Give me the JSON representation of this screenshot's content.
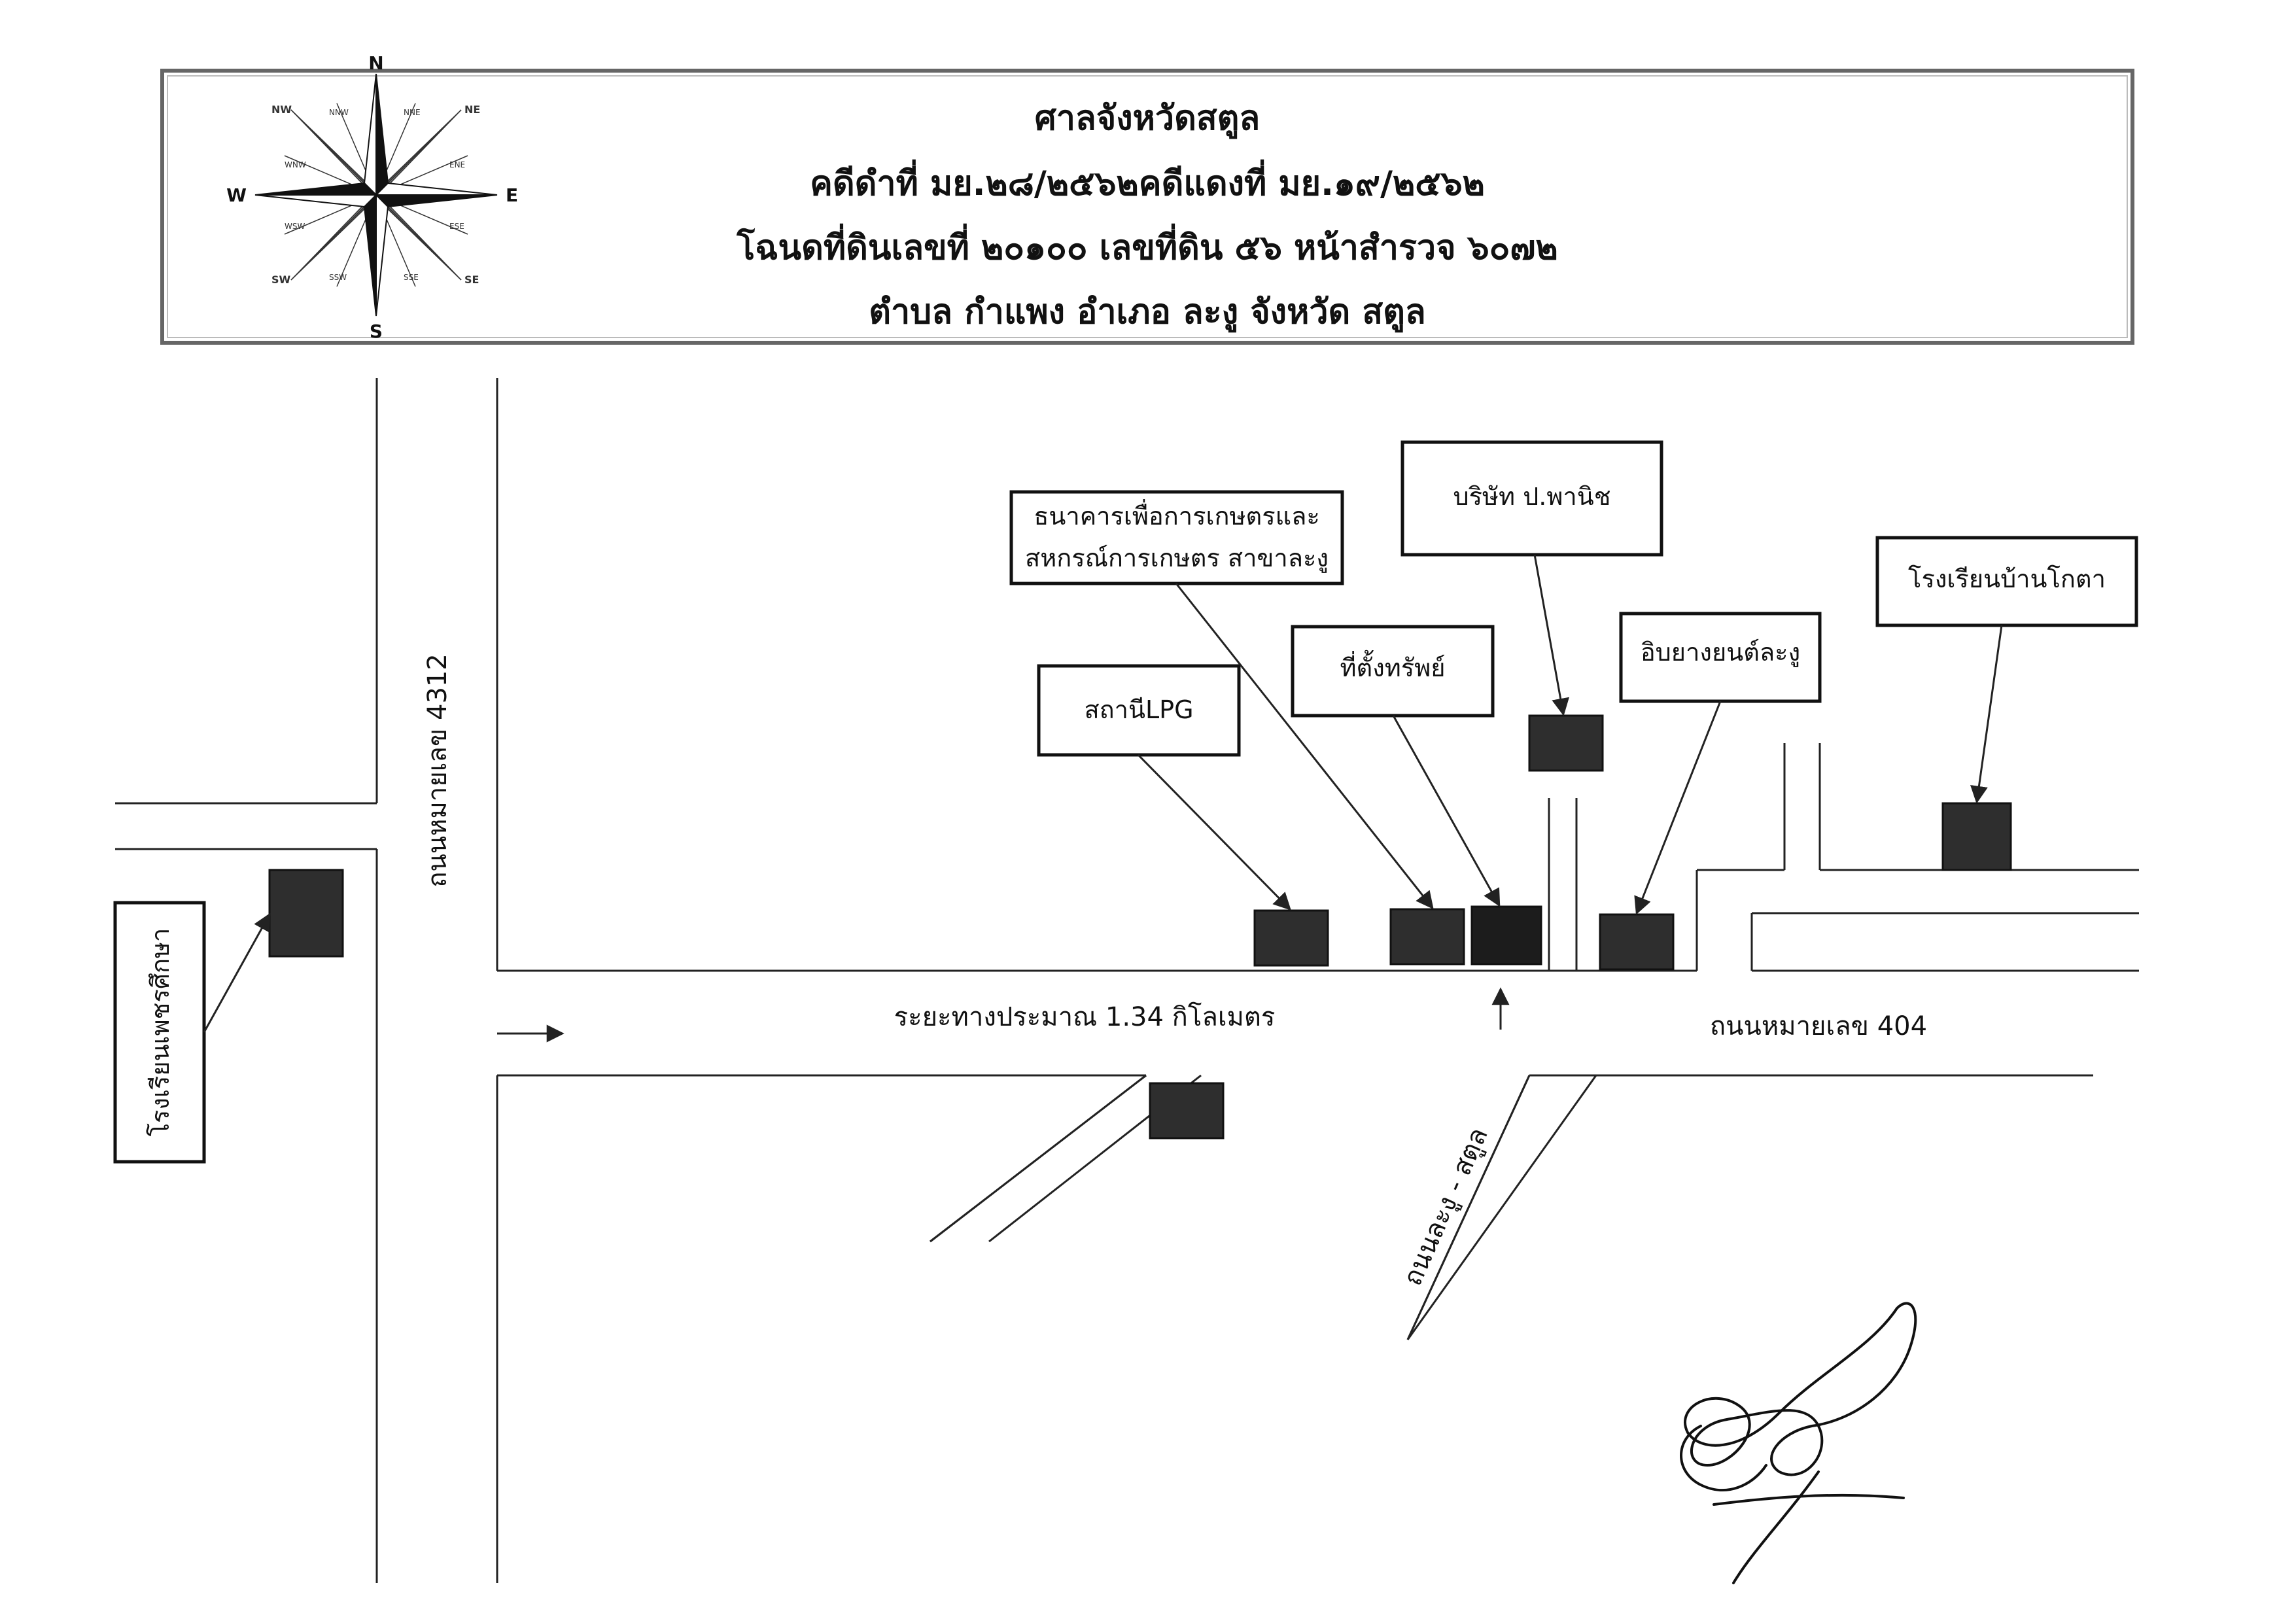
{
  "header": {
    "line1": "ศาลจังหวัดสตูล",
    "line2": "คดีดำที่ มย.๒๘/๒๕๖๒คดีแดงที่ มย.๑๙/๒๕๖๒",
    "line3": "โฉนดที่ดินเลขที่  ๒๐๑๐๐ เลขที่ดิน ๕๖ หน้าสำรวจ ๖๐๗๒",
    "line4": "ตำบล  กำแพง    อำเภอ   ละงู  จังหวัด   สตูล"
  },
  "compass": {
    "n": "N",
    "s": "S",
    "e": "E",
    "w": "W",
    "ne": "NE",
    "nw": "NW",
    "se": "SE",
    "sw": "SW",
    "nne": "NNE",
    "nnw": "NNW",
    "ene": "ENE",
    "ese": "ESE",
    "sse": "SSE",
    "ssw": "SSW",
    "wsw": "WSW",
    "wnw": "WNW"
  },
  "labels": {
    "bank_line1": "ธนาคารเพื่อการเกษตรและ",
    "bank_line2": "สหกรณ์การเกษตร สาขาละงู",
    "company": "บริษัท ป.พานิช",
    "school_ban_kota": "โรงเรียนบ้านโกตา",
    "lpg_station": "สถานีLPG",
    "property": "ที่ตั้งทรัพย์",
    "tire_shop": "อิบยางยนต์ละงู",
    "school_phet": "โรงเรียนเพชรศึกษา"
  },
  "roads": {
    "highway_4312": "ถนนหมายเลข 4312",
    "highway_404": "ถนนหมายเลข 404",
    "distance": "ระยะทางประมาณ 1.34 กิโลเมตร",
    "la_ngu_satun": "ถนนละงู - สตูล"
  },
  "colors": {
    "building": "#2e2e2e",
    "line": "#222222",
    "header_border": "#555555"
  }
}
